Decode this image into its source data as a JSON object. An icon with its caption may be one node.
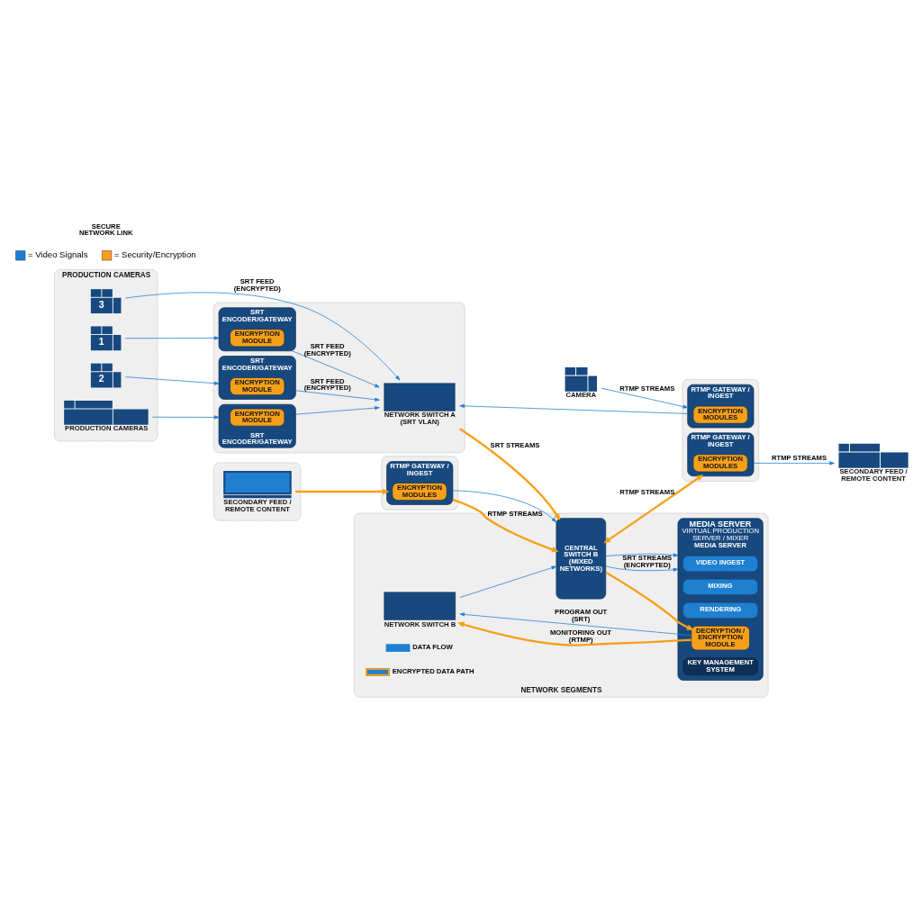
{
  "diagram": {
    "nodes": [
      {
        "text": [
          "PRODUCTION CAMERAS"
        ]
      },
      {
        "text": [
          "1"
        ],
        "in": 0
      },
      {
        "text": [
          "2"
        ],
        "in": 0
      },
      {
        "text": [
          "3"
        ],
        "in": 0
      },
      {
        "text": [
          "PRODUCTION CAMERAS"
        ],
        "in": 0
      },
      {
        "text": [],
        "shape": "box"
      },
      {
        "text": [
          "SRT ENCODER/GATEWAY"
        ],
        "in": 5
      },
      {
        "text": [
          "ENCRYPTION MODULE"
        ],
        "in": 6
      },
      {
        "text": [
          "SRT ENCODER/GATEWAY"
        ],
        "in": 5
      },
      {
        "text": [
          "ENCRYPTION MODULE"
        ],
        "in": 8
      },
      {
        "text": [
          "NETWORK SWITCH A (SRT VLAN)"
        ],
        "in": 5
      },
      {
        "text": [
          "SRT ENCODER/GATEWAY"
        ],
        "in": 5
      },
      {
        "text": [
          "ENCRYPTION MODULE"
        ],
        "in": 11
      },
      {
        "text": [
          "CAMERA"
        ]
      },
      {
        "text": [
          "SECONDARY FEED / REMOTE CONTENT"
        ]
      },
      {
        "text": [],
        "shape": "box"
      },
      {
        "text": [
          "RTMP GATEWAY / INGEST"
        ],
        "in": 15
      },
      {
        "text": [
          "ENCRYPTION MODULES"
        ],
        "in": 16
      },
      {
        "text": [
          "RTMP GATEWAY / INGEST"
        ],
        "in": 15
      },
      {
        "text": [
          "ENCRYPTION MODULES"
        ],
        "in": 18
      },
      {
        "text": [],
        "shape": "box"
      },
      {
        "text": [
          "RTMP GATEWAY / INGEST"
        ],
        "in": 20
      },
      {
        "text": [
          "ENCRYPTION MODULES"
        ],
        "in": 21
      },
      {
        "text": [],
        "shape": "box"
      },
      {
        "text": [
          "SECONDARY FEED / REMOTE CONTENT"
        ],
        "in": 23
      },
      {
        "text": [
          "NETWORK SEGMENTS"
        ]
      },
      {
        "text": [
          "CENTRAL SWITCH B (MIXED NETWORKS)"
        ],
        "in": 25
      },
      {
        "text": [
          "MEDIA SERVER",
          "VIRTUAL PRODUCTION SERVER / MIXER",
          "MEDIA SERVER"
        ],
        "in": 25
      },
      {
        "text": [
          "VIDEO INGEST"
        ],
        "in": 27
      },
      {
        "text": [
          "MIXING"
        ],
        "in": 27
      },
      {
        "text": [
          "RENDERING"
        ],
        "in": 27
      },
      {
        "text": [
          "DECRYPTION / ENCRYPTION MODULE"
        ],
        "in": 27
      },
      {
        "text": [
          "KEY MANAGEMENT SYSTEM"
        ],
        "in": 27
      },
      {
        "text": [
          "NETWORK SWITCH B"
        ],
        "in": 25
      }
    ],
    "edges": [
      {
        "from": 1,
        "to": 6,
        "arrow": "to"
      },
      {
        "from": 6,
        "to": 10,
        "arrow": "to",
        "label": "SRT FEED (ENCRYPTED)"
      },
      {
        "from": 2,
        "to": 8,
        "arrow": "to"
      },
      {
        "from": 8,
        "to": 10,
        "arrow": "to",
        "label": "SRT FEED (ENCRYPTED)"
      },
      {
        "from": 3,
        "to": 10,
        "arrow": "to",
        "label": "SRT FEED (ENCRYPTED)"
      },
      {
        "from": 4,
        "to": 11,
        "arrow": "to"
      },
      {
        "from": 11,
        "to": 10,
        "arrow": "to"
      },
      {
        "from": 13,
        "to": 16,
        "arrow": "to",
        "label": "RTMP STREAMS"
      },
      {
        "from": 16,
        "to": 10,
        "arrow": "to"
      },
      {
        "from": 18,
        "to": 14,
        "arrow": "to",
        "label": "RTMP STREAMS"
      },
      {
        "from": 24,
        "to": 21,
        "arrow": "to",
        "style": "thick",
        "color": "#f6a01a"
      },
      {
        "from": 21,
        "to": 26,
        "arrow": "to",
        "style": "thick",
        "color": "#f6a01a",
        "label": "RTMP STREAMS"
      },
      {
        "from": 21,
        "to": 26,
        "arrow": "to"
      },
      {
        "from": 10,
        "to": 26,
        "arrow": "to",
        "style": "thick",
        "color": "#f6a01a",
        "label": "SRT STREAMS"
      },
      {
        "from": 26,
        "to": 18,
        "arrow": "both",
        "style": "thick",
        "color": "#f6a01a",
        "label": "RTMP STREAMS"
      },
      {
        "from": 26,
        "to": 27,
        "arrow": "to",
        "label": "SRT STREAMS (ENCRYPTED)"
      },
      {
        "from": 26,
        "to": 27,
        "arrow": "to"
      },
      {
        "from": 26,
        "to": 31,
        "arrow": "to",
        "style": "thick",
        "color": "#f6a01a"
      },
      {
        "from": 31,
        "to": 33,
        "arrow": "to",
        "label": "PROGRAM OUT (SRT)"
      },
      {
        "from": 31,
        "to": 33,
        "arrow": "to",
        "style": "thick",
        "color": "#f6a01a",
        "label": "MONITORING OUT (RTMP)"
      },
      {
        "from": 33,
        "to": 26,
        "arrow": "to"
      }
    ],
    "labels": [
      "SECURE NETWORK LINK"
    ],
    "legend": [
      {
        "text": "DATA FLOW"
      },
      {
        "text": "ENCRYPTED DATA PATH"
      },
      {
        "text": "= Video Signals",
        "color": "#1c7fd2"
      },
      {
        "text": "= Security/Encryption",
        "color": "#f6a01a"
      }
    ]
  }
}
